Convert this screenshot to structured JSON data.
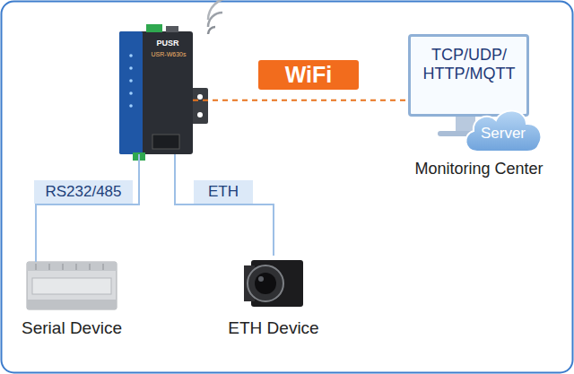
{
  "diagram": {
    "nodes": [
      {
        "text": [
          "PUSR",
          "USR-W630s"
        ]
      },
      {
        "text": [
          "TCP/UDP/ HTTP/MQTT",
          "Monitoring Center"
        ]
      },
      {
        "text": [
          "Server"
        ],
        "in": 1
      },
      {
        "text": [
          "Serial Device"
        ]
      },
      {
        "text": [
          "ETH Device"
        ]
      }
    ],
    "edges": [
      {
        "from": 0,
        "to": 1,
        "label": "WiFi",
        "arrow": "none"
      },
      {
        "from": 0,
        "to": 3,
        "label": "RS232/485",
        "arrow": "none"
      },
      {
        "from": 0,
        "to": 4,
        "label": "ETH",
        "arrow": "none"
      }
    ]
  }
}
